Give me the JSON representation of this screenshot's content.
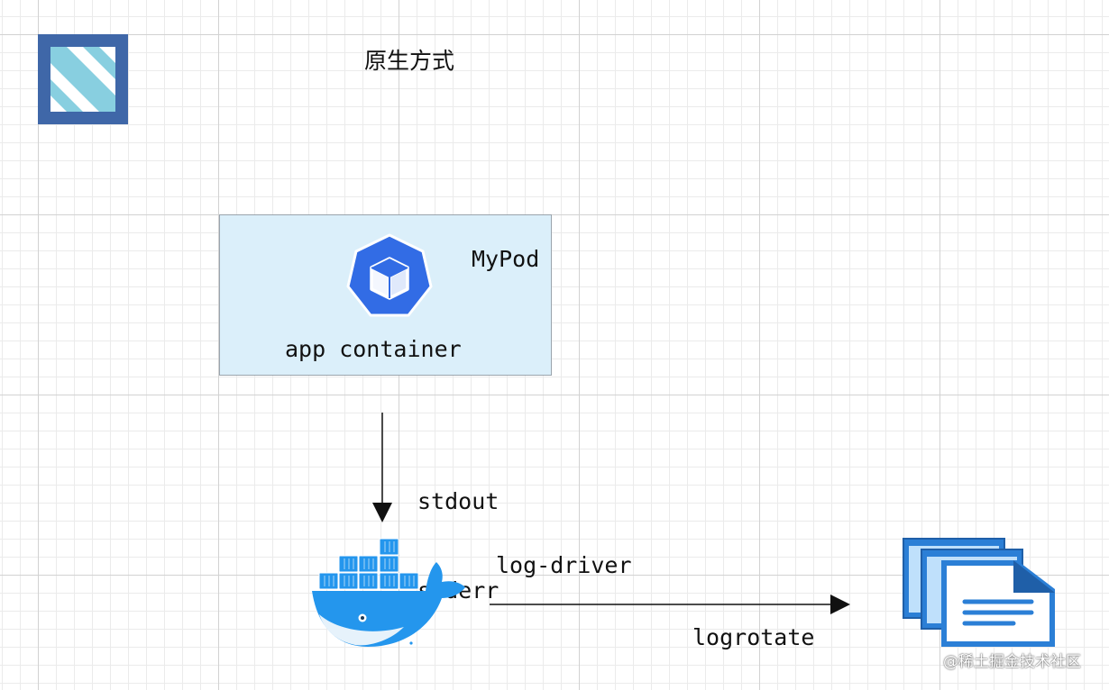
{
  "title": "原生方式",
  "pod": {
    "name": "MyPod",
    "container_label": "app container"
  },
  "streams": [
    "stdout",
    "stderr"
  ],
  "edges": {
    "driver_label": "log-driver",
    "rotate_label": "logrotate"
  },
  "icons": {
    "logo": "cncf-logo-icon",
    "pod": "kubernetes-pod-icon",
    "docker": "docker-whale-icon",
    "files": "log-files-icon"
  },
  "colors": {
    "logo_dark": "#3f67a8",
    "logo_light": "#88cfe0",
    "pod_fill": "#dbeffa",
    "k8s_blue": "#326ce5",
    "docker_blue": "#2496ed",
    "file_blue": "#2b7fd6"
  },
  "watermark": "@稀土掘金技术社区"
}
